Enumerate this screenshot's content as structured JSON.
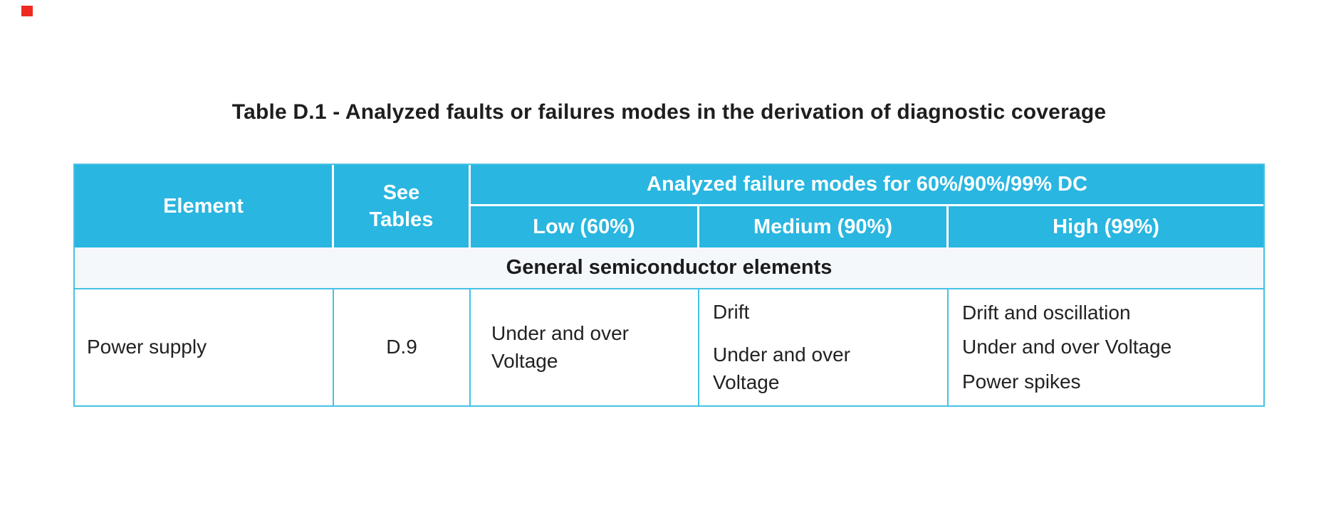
{
  "marker": {
    "label": "red-origin-marker"
  },
  "title": "Table D.1 - Analyzed faults or failures modes in the derivation of diagnostic coverage",
  "table": {
    "header": {
      "element": "Element",
      "see_tables": "See Tables",
      "analyzed_span": "Analyzed failure modes for 60%/90%/99% DC",
      "low": "Low (60%)",
      "medium": "Medium (90%)",
      "high": "High (99%)"
    },
    "section_title": "General semiconductor elements",
    "rows": [
      {
        "element": "Power supply",
        "see_tables": "D.9",
        "low": [
          "Under and over Voltage"
        ],
        "medium": [
          "Drift",
          "Under and over Voltage"
        ],
        "high": [
          "Drift and oscillation",
          "Under and over Voltage",
          "Power spikes"
        ]
      }
    ]
  },
  "colors": {
    "header_bg": "#29b6e0",
    "border": "#45c2e5",
    "section_bg": "#f4f8fb",
    "text_light": "#ffffff",
    "text_dark": "#1e1e20",
    "marker": "#ee2b20"
  }
}
